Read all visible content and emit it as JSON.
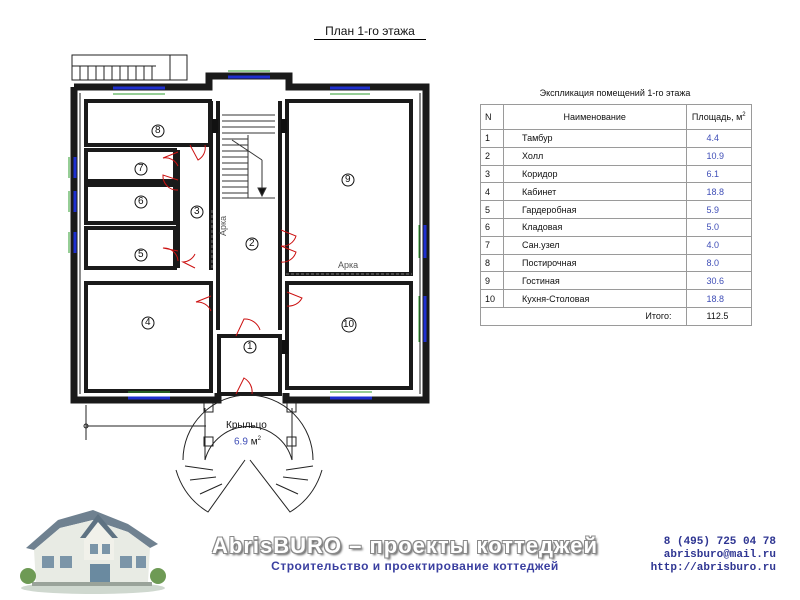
{
  "plan": {
    "title": "План 1-го этажа",
    "rooms": [
      {
        "id": "1",
        "label": "1"
      },
      {
        "id": "2",
        "label": "2"
      },
      {
        "id": "3",
        "label": "3"
      },
      {
        "id": "4",
        "label": "4"
      },
      {
        "id": "5",
        "label": "5"
      },
      {
        "id": "6",
        "label": "6"
      },
      {
        "id": "7",
        "label": "7"
      },
      {
        "id": "8",
        "label": "8"
      },
      {
        "id": "9",
        "label": "9"
      },
      {
        "id": "10",
        "label": "10"
      }
    ],
    "arch_label_vertical": "Арка",
    "arch_label_horizontal": "Арка",
    "porch_label": "Крыльцо",
    "porch_area": "6.9",
    "porch_area_unit": "м",
    "porch_area_unit_sup": "2",
    "colors": {
      "wall": "#1a1a1a",
      "window": "#1e2fd0",
      "door": "#cc1111",
      "sill": "#2e9d2e"
    }
  },
  "explication": {
    "title": "Экспликация помещений 1-го этажа",
    "headers": {
      "n": "N",
      "name": "Наименование",
      "area": "Площадь, м",
      "area_sup": "2"
    },
    "rows": [
      {
        "n": "1",
        "name": "Тамбур",
        "area": "4.4"
      },
      {
        "n": "2",
        "name": "Холл",
        "area": "10.9"
      },
      {
        "n": "3",
        "name": "Коридор",
        "area": "6.1"
      },
      {
        "n": "4",
        "name": "Кабинет",
        "area": "18.8"
      },
      {
        "n": "5",
        "name": "Гардеробная",
        "area": "5.9"
      },
      {
        "n": "6",
        "name": "Кладовая",
        "area": "5.0"
      },
      {
        "n": "7",
        "name": "Сан.узел",
        "area": "4.0"
      },
      {
        "n": "8",
        "name": "Постирочная",
        "area": "8.0"
      },
      {
        "n": "9",
        "name": "Гостиная",
        "area": "30.6"
      },
      {
        "n": "10",
        "name": "Кухня-Столовая",
        "area": "18.8"
      }
    ],
    "total_label": "Итого:",
    "total_value": "112.5"
  },
  "footer": {
    "brand": "AbrisBURO – проекты коттеджей",
    "subtitle": "Строительство и проектирование коттеджей",
    "phone": "8 (495) 725 04 78",
    "email": "abrisburo@mail.ru",
    "site": "http://abrisburo.ru"
  }
}
